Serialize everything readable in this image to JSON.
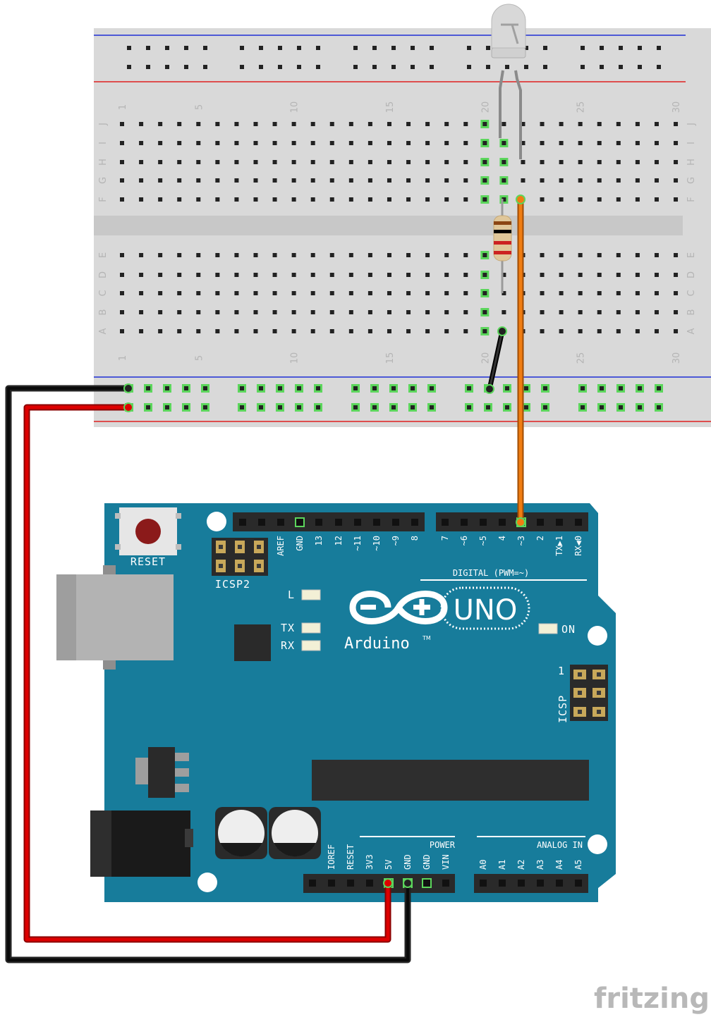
{
  "breadboard": {
    "column_numbers": [
      "1",
      "5",
      "10",
      "15",
      "20",
      "25",
      "30"
    ],
    "row_letters_top": [
      "J",
      "I",
      "H",
      "G",
      "F"
    ],
    "row_letters_bottom": [
      "E",
      "D",
      "C",
      "B",
      "A"
    ]
  },
  "arduino": {
    "reset_label": "RESET",
    "icsp2_label": "ICSP2",
    "icsp_label": "ICSP",
    "icsp_pin1_label": "1",
    "led_l_label": "L",
    "led_tx_label": "TX",
    "led_rx_label": "RX",
    "led_on_label": "ON",
    "brand_label": "Arduino",
    "trademark": "TM",
    "model_label": "UNO",
    "digital_label": "DIGITAL (PWM=~)",
    "power_label": "POWER",
    "analog_label": "ANALOG IN",
    "top_header_left_pins": [
      "AREF",
      "GND",
      "13",
      "12",
      "~11",
      "~10",
      "~9",
      "8"
    ],
    "top_header_right_pins": [
      "7",
      "~6",
      "~5",
      "4",
      "~3",
      "2",
      "TX▶1",
      "RX◀0"
    ],
    "power_pins": [
      "IOREF",
      "RESET",
      "3V3",
      "5V",
      "GND",
      "GND",
      "VIN"
    ],
    "analog_pins": [
      "A0",
      "A1",
      "A2",
      "A3",
      "A4",
      "A5"
    ]
  },
  "watermark": "fritzing",
  "colors": {
    "board_blue": "#177C9B",
    "breadboard": "#d9d9d9",
    "wire_red": "#cc0000",
    "wire_black": "#1a1a1a",
    "wire_orange": "#e8730c",
    "connected_hole": "#5cd65c"
  }
}
